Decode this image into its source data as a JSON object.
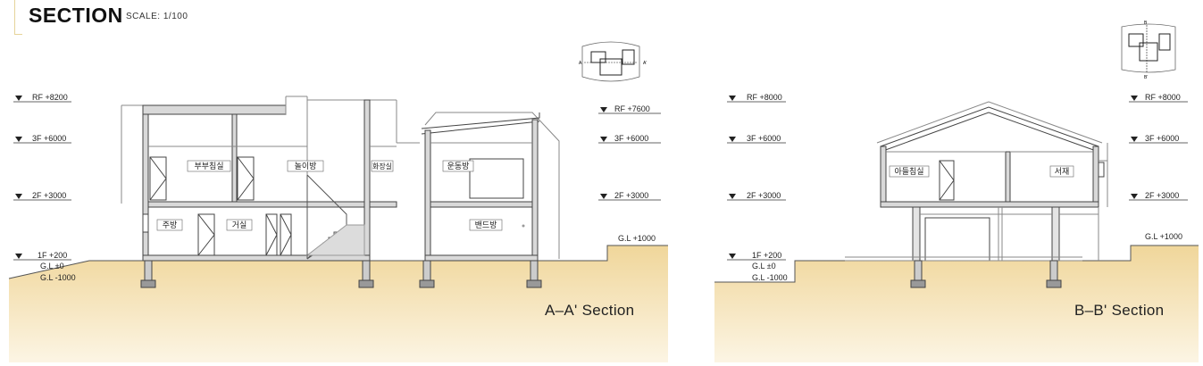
{
  "header": {
    "title": "SECTION",
    "scale": "SCALE: 1/100"
  },
  "sections": [
    {
      "caption": "A–A' Section",
      "key_marks": [
        "A",
        "A'"
      ],
      "left_levels": [
        {
          "label": "RF +8200"
        },
        {
          "label": "3F +6000"
        },
        {
          "label": "2F +3000"
        },
        {
          "label": "1F +200"
        }
      ],
      "right_levels": [
        {
          "label": "RF +7600"
        },
        {
          "label": "3F +6000"
        },
        {
          "label": "2F +3000"
        }
      ],
      "ground_labels": [
        "G.L ±0",
        "G.L -1000",
        "G.L +1000"
      ],
      "rooms": [
        "부부침실",
        "놀이방",
        "화장실",
        "운동방",
        "주방",
        "거실",
        "밴드방"
      ]
    },
    {
      "caption": "B–B' Section",
      "key_marks": [
        "B",
        "B'"
      ],
      "left_levels": [
        {
          "label": "RF +8000"
        },
        {
          "label": "3F +6000"
        },
        {
          "label": "2F +3000"
        },
        {
          "label": "1F +200"
        }
      ],
      "right_levels": [
        {
          "label": "RF +8000"
        },
        {
          "label": "3F +6000"
        },
        {
          "label": "2F +3000"
        }
      ],
      "ground_labels": [
        "G.L ±0",
        "G.L -1000",
        "G.L +1000"
      ],
      "rooms": [
        "아들침실",
        "서재"
      ]
    }
  ],
  "colors": {
    "ground": "#f0d79a",
    "ground_light": "#fbf2dc",
    "wall": "#d9d9d9",
    "line": "#444444"
  }
}
